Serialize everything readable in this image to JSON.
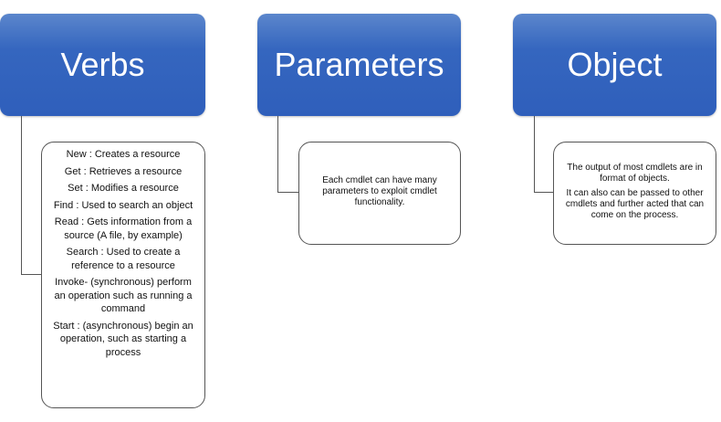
{
  "columns": [
    {
      "title": "Verbs",
      "items": [
        "New : Creates a resource",
        "Get : Retrieves a resource",
        "Set : Modifies a resource",
        "Find : Used to search an object",
        "Read : Gets information from a source (A file, by example)",
        "Search : Used to create a reference to a resource",
        "Invoke- (synchronous) perform an operation such as running a command",
        "Start : (asynchronous) begin an operation, such as starting a process"
      ]
    },
    {
      "title": "Parameters",
      "items": [
        "Each cmdlet can have many parameters to exploit cmdlet functionality."
      ]
    },
    {
      "title": "Object",
      "items": [
        "The output of most cmdlets are in format of objects.",
        "It can also can be passed to other cmdlets and further acted that can come on the process."
      ]
    }
  ],
  "colors": {
    "header": "#3566bf",
    "border": "#555555"
  }
}
